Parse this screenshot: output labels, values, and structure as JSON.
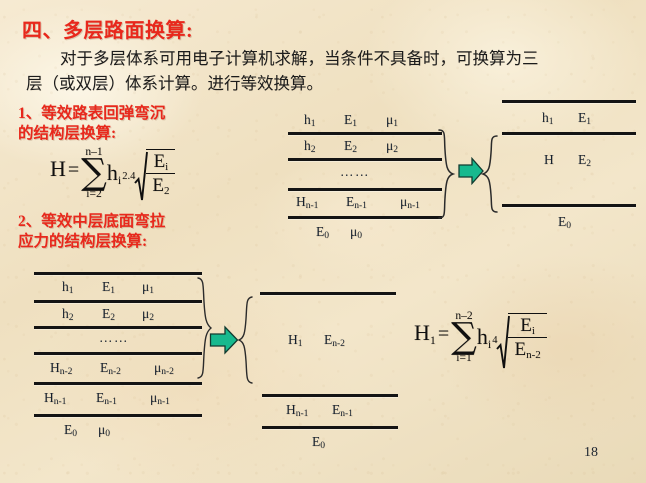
{
  "slide": {
    "page_number": "18",
    "background_color": "#f2e3c6",
    "heading_color": "#e8281c",
    "arrow_color": "#17b98e",
    "text_color": "#15202e"
  },
  "headings": {
    "title": "四、多层路面换算:",
    "body_line1": "对于多层体系可用电子计算机求解，当条件不具备时，可换算为三",
    "body_line2": "层（或双层）体系计算。进行等效换算。",
    "section1_line1": "1、等效路表回弹弯沉",
    "section1_line2": "的结构层换算:",
    "section2_line1": "2、等效中层底面弯拉",
    "section2_line2": "应力的结构层换算:"
  },
  "formula1": {
    "lhs": "H",
    "equals": "=",
    "sigma_upper": "n–1",
    "sigma_glyph": "∑",
    "sigma_lower": "i=2",
    "term": "h",
    "term_sub": "i",
    "radical_index": "2.4",
    "numerator": "E",
    "numerator_sub": "i",
    "denominator": "E",
    "denominator_sub": "2"
  },
  "formula2": {
    "lhs": "H",
    "lhs_sub": "1",
    "equals": "=",
    "sigma_upper": "n–2",
    "sigma_glyph": "∑",
    "sigma_lower": "i=1",
    "term": "h",
    "term_sub": "i",
    "radical_index": "4",
    "numerator": "E",
    "numerator_sub": "i",
    "denominator": "E",
    "denominator_sub": "n-2"
  },
  "diagram_top_left": {
    "name": "multi-layer-system",
    "rows": [
      {
        "h": "h",
        "h_sub": "1",
        "e": "E",
        "e_sub": "1",
        "mu": "μ",
        "mu_sub": "1"
      },
      {
        "h": "h",
        "h_sub": "2",
        "e": "E",
        "e_sub": "2",
        "mu": "μ",
        "mu_sub": "2"
      },
      {
        "dots": "……"
      },
      {
        "h": "H",
        "h_sub": "n-1",
        "e": "E",
        "e_sub": "n-1",
        "mu": "μ",
        "mu_sub": "n-1"
      }
    ],
    "subgrade": {
      "e": "E",
      "e_sub": "0",
      "mu": "μ",
      "mu_sub": "0"
    }
  },
  "diagram_top_right": {
    "name": "equivalent-two-layer-system",
    "rows": [
      {
        "h": "h",
        "h_sub": "1",
        "e": "E",
        "e_sub": "1"
      },
      {
        "h": "H",
        "e": "E",
        "e_sub": "2"
      }
    ],
    "subgrade": {
      "e": "E",
      "e_sub": "0"
    }
  },
  "diagram_bottom_left": {
    "name": "multi-layer-system-bending",
    "rows": [
      {
        "h": "h",
        "h_sub": "1",
        "e": "E",
        "e_sub": "1",
        "mu": "μ",
        "mu_sub": "1"
      },
      {
        "h": "h",
        "h_sub": "2",
        "e": "E",
        "e_sub": "2",
        "mu": "μ",
        "mu_sub": "2"
      },
      {
        "dots": "……"
      },
      {
        "h": "H",
        "h_sub": "n-2",
        "e": "E",
        "e_sub": "n-2",
        "mu": "μ",
        "mu_sub": "n-2"
      },
      {
        "h": "H",
        "h_sub": "n-1",
        "e": "E",
        "e_sub": "n-1",
        "mu": "μ",
        "mu_sub": "n-1"
      }
    ],
    "subgrade": {
      "e": "E",
      "e_sub": "0",
      "mu": "μ",
      "mu_sub": "0"
    }
  },
  "diagram_bottom_right": {
    "name": "equivalent-three-layer-system",
    "rows": [
      {
        "h": "H",
        "h_sub": "1",
        "e": "E",
        "e_sub": "n-2"
      },
      {
        "h": "H",
        "h_sub": "n-1",
        "e": "E",
        "e_sub": "n-1"
      }
    ],
    "subgrade": {
      "e": "E",
      "e_sub": "0"
    }
  },
  "arrows": {
    "top_label": "convert-arrow-top",
    "bottom_label": "convert-arrow-bottom"
  }
}
